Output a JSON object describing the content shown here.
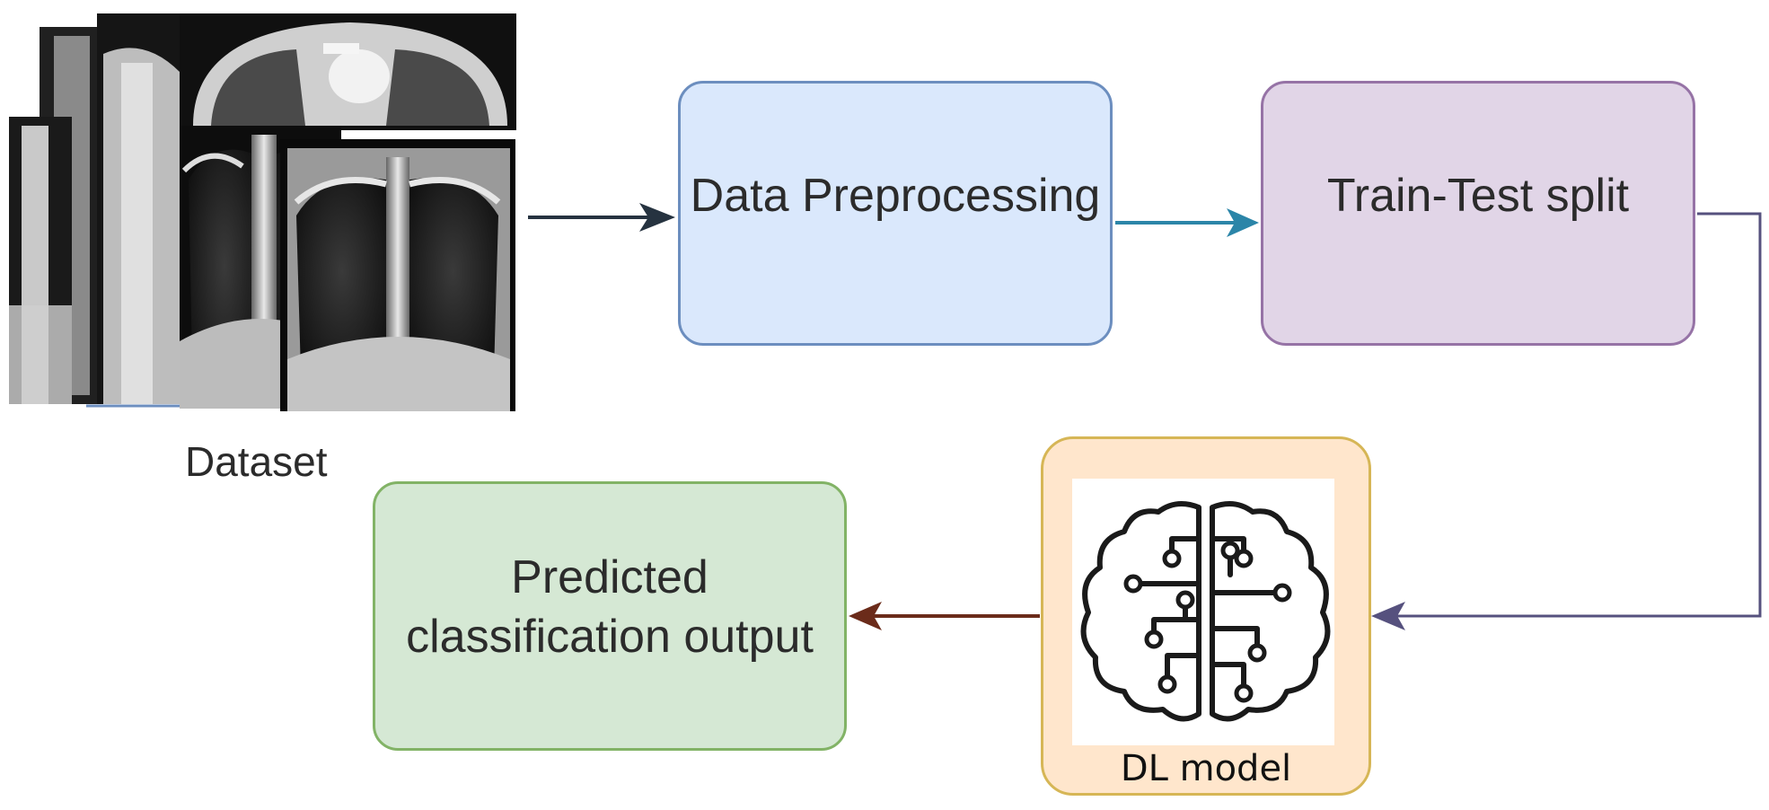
{
  "dataset": {
    "label": "Dataset",
    "icon": "chest-xray-images"
  },
  "steps": {
    "preprocessing": {
      "label": "Data Preprocessing",
      "fill": "#dae8fc",
      "stroke": "#6c8ebf"
    },
    "split": {
      "label": "Train-Test split",
      "fill": "#e1d5e7",
      "stroke": "#9673a6"
    },
    "model": {
      "label": "DL model",
      "icon": "brain-circuit-icon",
      "fill": "#ffe6cc",
      "stroke": "#d6b656"
    },
    "output": {
      "label": "Predicted classification output",
      "fill": "#d5e8d4",
      "stroke": "#82b366"
    }
  },
  "arrow_colors": {
    "dataset_to_preprocessing": "#263340",
    "preprocessing_to_split": "#2b85a8",
    "split_to_model": "#56517e",
    "model_to_output": "#6b2b1a"
  }
}
